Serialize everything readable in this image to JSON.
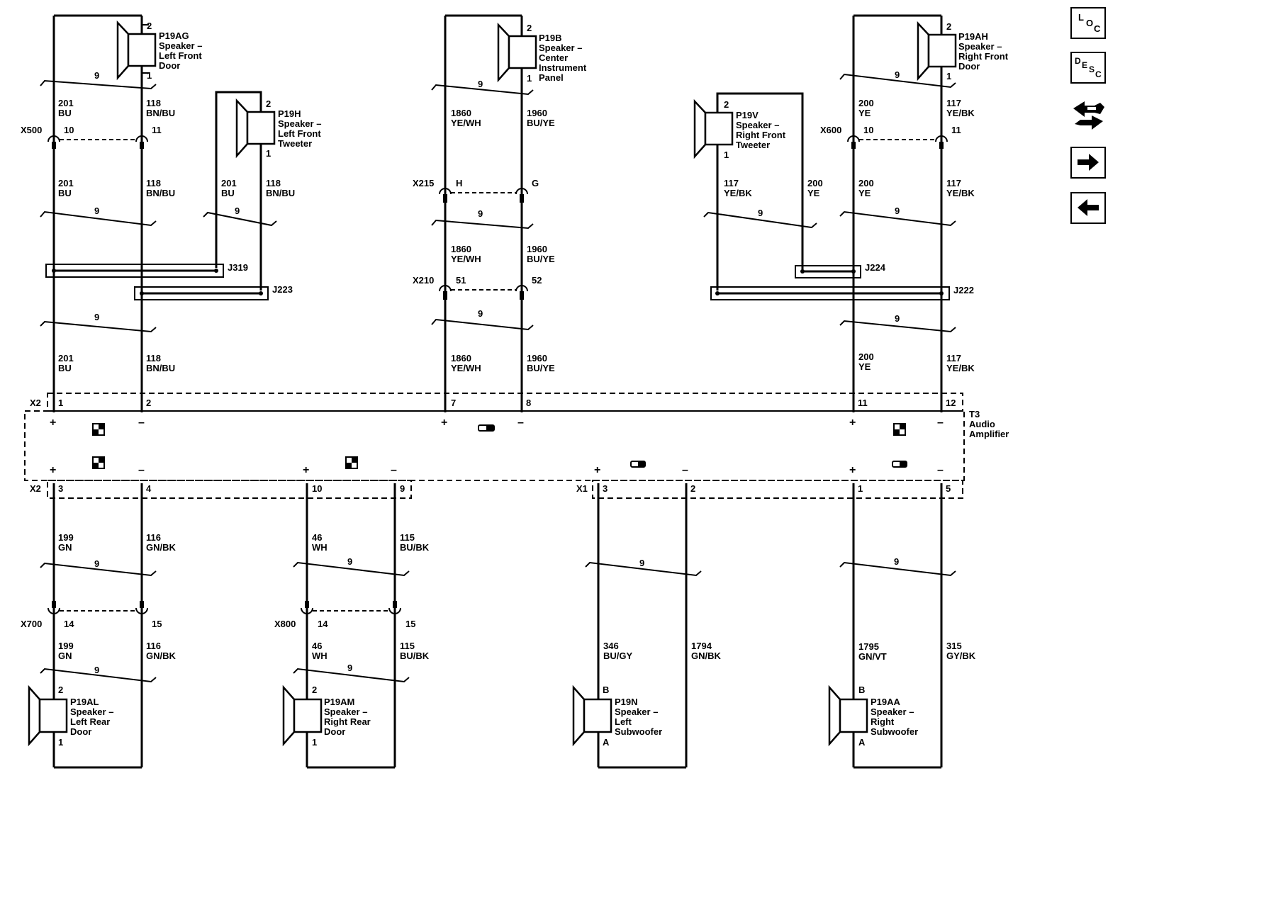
{
  "speakers": {
    "left_front_door": {
      "ref": "P19AG",
      "pin_top": "2",
      "pin_bottom": "1",
      "lines": [
        "Speaker –",
        "Left Front",
        "Door"
      ]
    },
    "left_front_tweeter": {
      "ref": "P19H",
      "pin_top": "2",
      "pin_bottom": "1",
      "lines": [
        "Speaker –",
        "Left Front",
        "Tweeter"
      ]
    },
    "center_ip": {
      "ref": "P19B",
      "pin_top": "2",
      "pin_bottom": "1",
      "lines": [
        "Speaker –",
        "Center",
        "Instrument",
        "Panel"
      ]
    },
    "right_front_tweeter": {
      "ref": "P19V",
      "pin_top": "2",
      "pin_bottom": "1",
      "lines": [
        "Speaker –",
        "Right Front",
        "Tweeter"
      ]
    },
    "right_front_door": {
      "ref": "P19AH",
      "pin_top": "2",
      "pin_bottom": "1",
      "lines": [
        "Speaker –",
        "Right Front",
        "Door"
      ]
    },
    "left_rear_door": {
      "ref": "P19AL",
      "pin_top": "2",
      "pin_bottom": "1",
      "lines": [
        "Speaker –",
        "Left Rear",
        "Door"
      ]
    },
    "right_rear_door": {
      "ref": "P19AM",
      "pin_top": "2",
      "pin_bottom": "1",
      "lines": [
        "Speaker –",
        "Right Rear",
        "Door"
      ]
    },
    "left_subwoofer": {
      "ref": "P19N",
      "pin_top": "B",
      "pin_bottom": "A",
      "lines": [
        "Speaker –",
        "Left",
        "Subwoofer"
      ]
    },
    "right_subwoofer": {
      "ref": "P19AA",
      "pin_top": "B",
      "pin_bottom": "A",
      "lines": [
        "Speaker –",
        "Right",
        "Subwoofer"
      ]
    }
  },
  "wires": {
    "w201": [
      "201",
      "BU"
    ],
    "w118": [
      "118",
      "BN/BU"
    ],
    "w1860": [
      "1860",
      "YE/WH"
    ],
    "w1960": [
      "1960",
      "BU/YE"
    ],
    "w200": [
      "200",
      "YE"
    ],
    "w117": [
      "117",
      "YE/BK"
    ],
    "w199": [
      "199",
      "GN"
    ],
    "w116": [
      "116",
      "GN/BK"
    ],
    "w46": [
      "46",
      "WH"
    ],
    "w115": [
      "115",
      "BU/BK"
    ],
    "w346": [
      "346",
      "BU/GY"
    ],
    "w1794": [
      "1794",
      "GN/BK"
    ],
    "w1795": [
      "1795",
      "GN/VT"
    ],
    "w315": [
      "315",
      "GY/BK"
    ]
  },
  "connectors": {
    "x500": {
      "name": "X500",
      "pins": [
        "10",
        "11"
      ]
    },
    "x600": {
      "name": "X600",
      "pins": [
        "10",
        "11"
      ]
    },
    "x215": {
      "name": "X215",
      "pins": [
        "H",
        "G"
      ]
    },
    "x210": {
      "name": "X210",
      "pins": [
        "51",
        "52"
      ]
    },
    "x700": {
      "name": "X700",
      "pins": [
        "14",
        "15"
      ]
    },
    "x800": {
      "name": "X800",
      "pins": [
        "14",
        "15"
      ]
    },
    "x2_top": {
      "name": "X2",
      "pins": [
        "1",
        "2",
        "7",
        "8",
        "11",
        "12"
      ]
    },
    "x2_bottom": {
      "name": "X2",
      "pins": [
        "3",
        "4",
        "10",
        "9"
      ]
    },
    "x1": {
      "name": "X1",
      "pins": [
        "3",
        "2",
        "1",
        "5"
      ]
    }
  },
  "splices": {
    "j319": "J319",
    "j223": "J223",
    "j224": "J224",
    "j222": "J222"
  },
  "twist_label": "9",
  "amplifier": {
    "ref": "T3",
    "lines": [
      "Audio",
      "Amplifier"
    ],
    "plus": "+",
    "minus": "–"
  },
  "nav_buttons": [
    {
      "name": "loc",
      "letters": [
        "L",
        "O",
        "C"
      ]
    },
    {
      "name": "desc",
      "letters": [
        "D",
        "E",
        "S",
        "C"
      ]
    },
    {
      "name": "connector-icon"
    },
    {
      "name": "next-arrow"
    },
    {
      "name": "back-arrow"
    }
  ]
}
